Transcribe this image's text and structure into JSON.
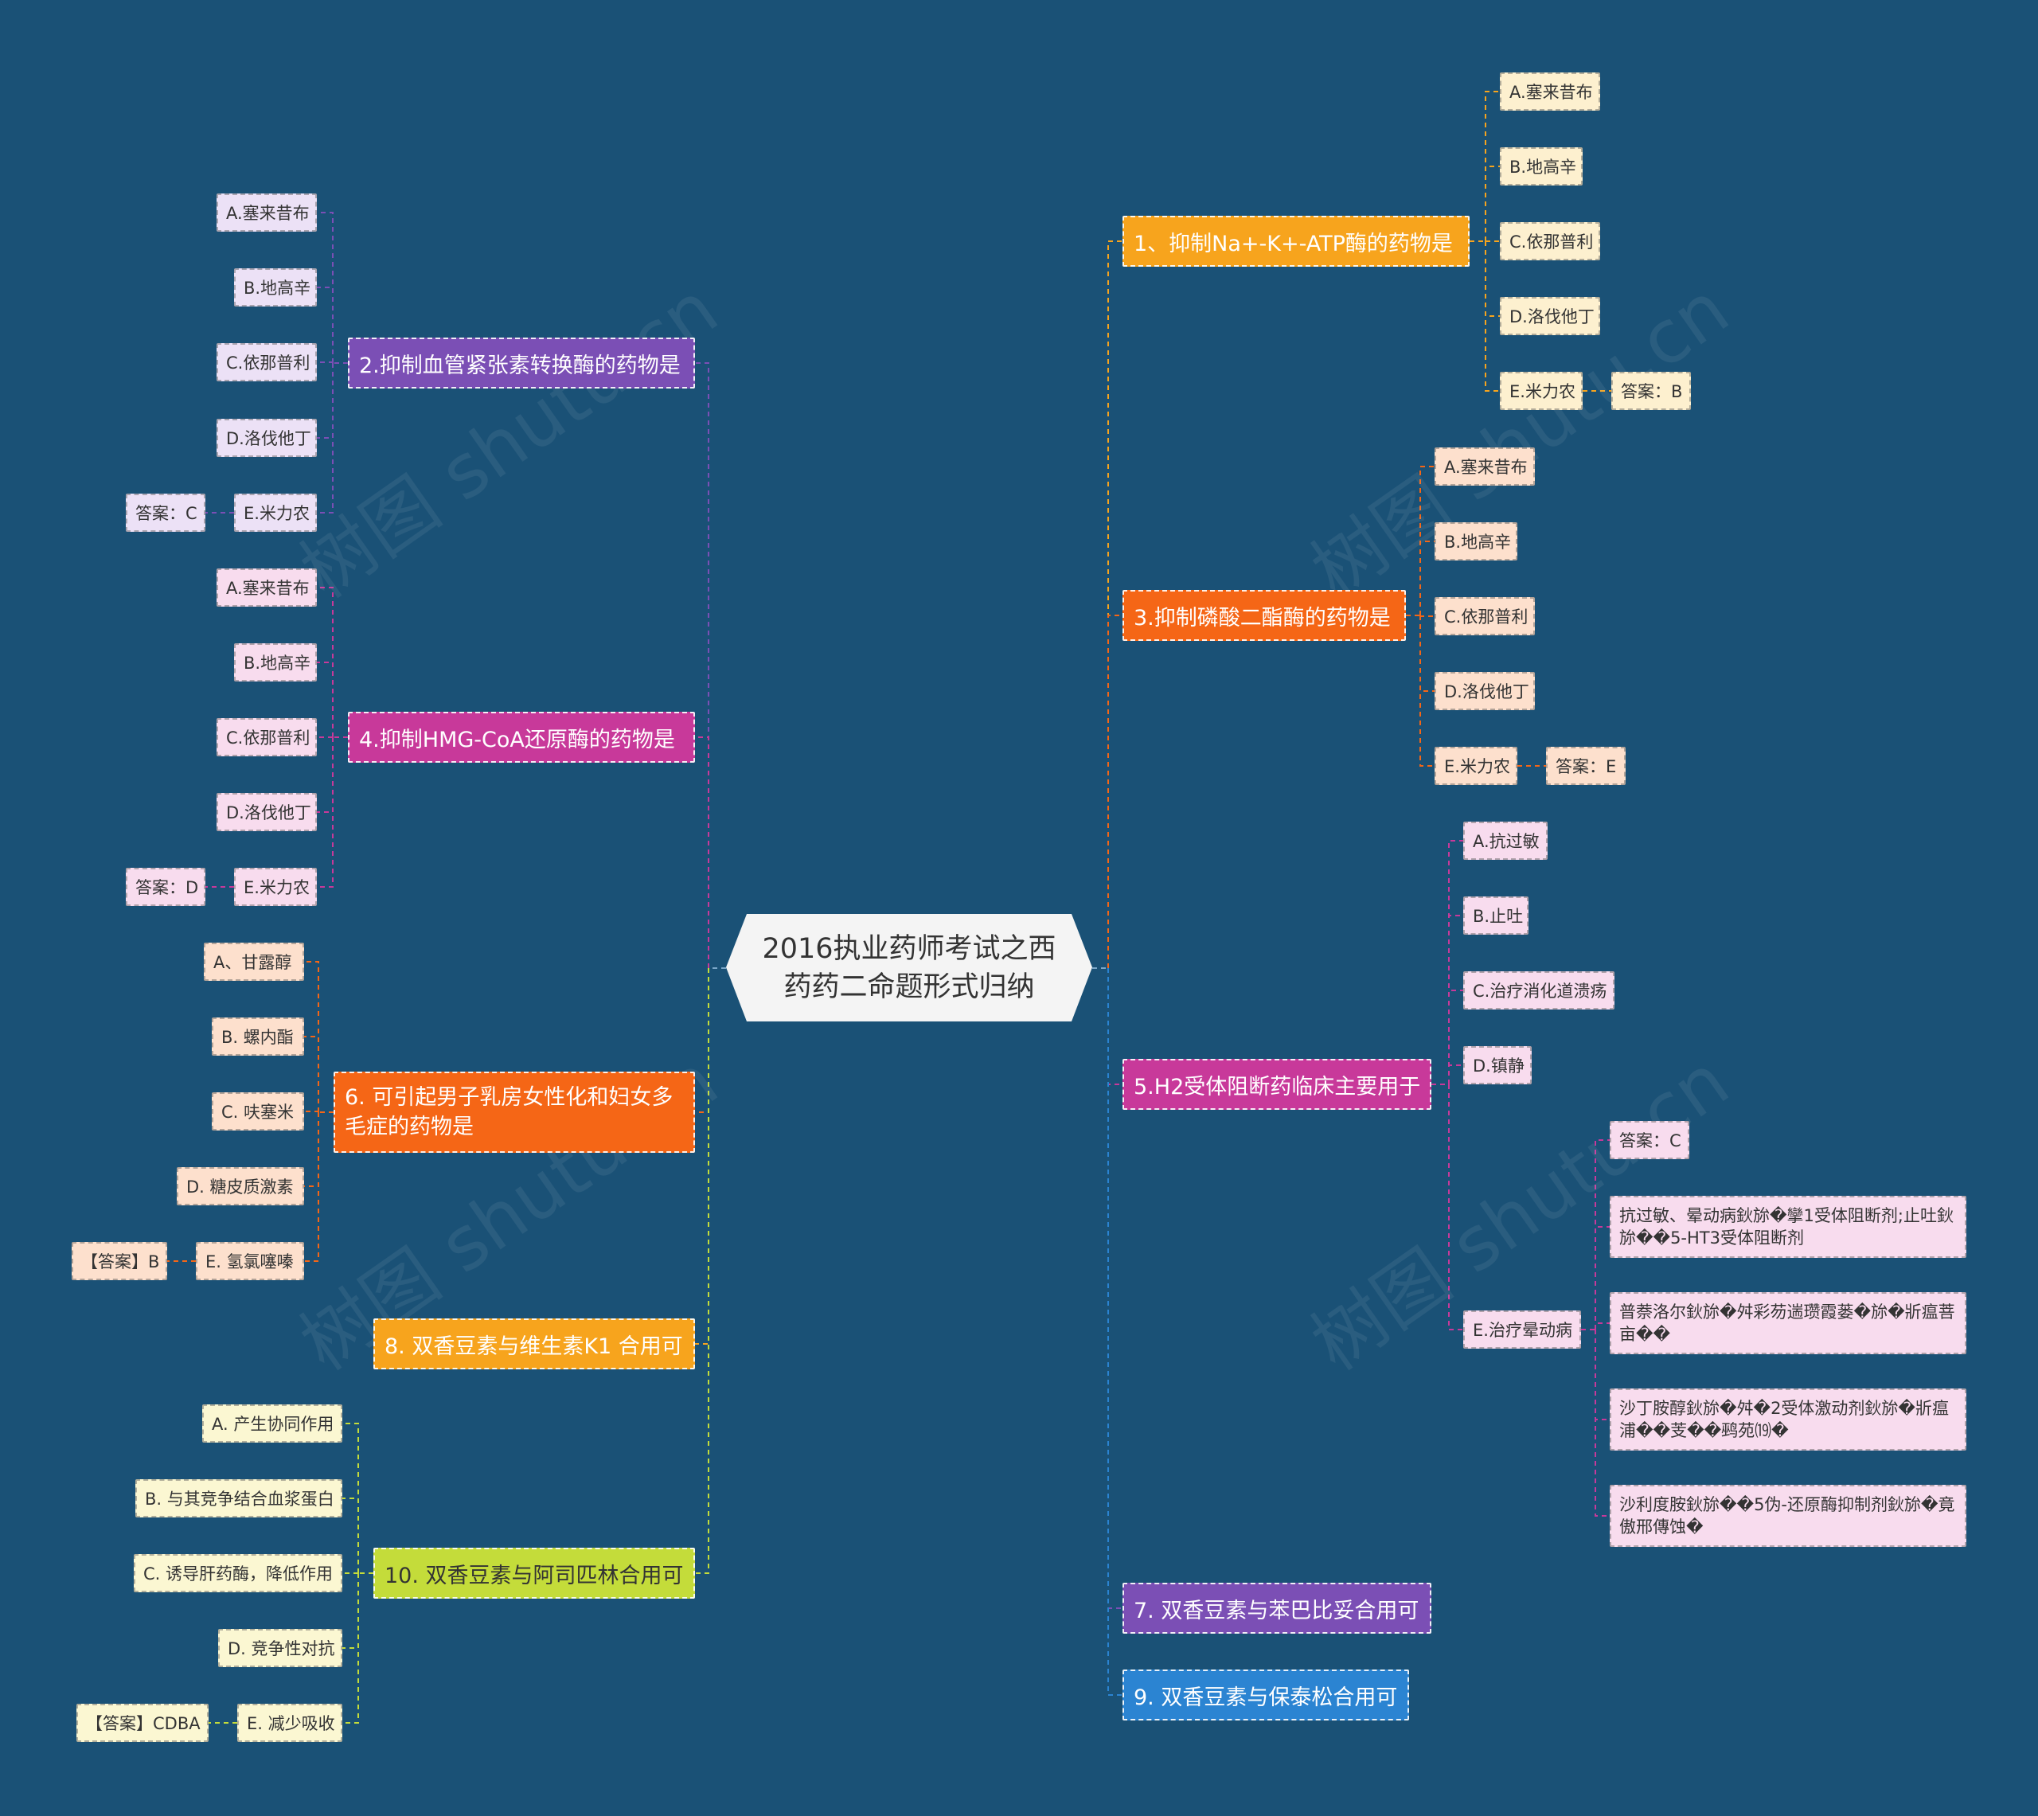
{
  "root": {
    "title": "2016执业药师考试之西药药二命题形式归纳"
  },
  "watermark": {
    "text": "树图 shutu.cn"
  },
  "colors": {
    "background": "#1a5176",
    "q1": "#f7a41d",
    "q2": "#7b4fb5",
    "q3": "#f56616",
    "q4": "#c8399a",
    "q5": "#c8399a",
    "q6": "#f56616",
    "q7": "#7b4fb5",
    "q8": "#f7a41d",
    "q9": "#2b84d2",
    "q10": "#c4dc3a"
  },
  "branches": {
    "q1": {
      "title": "1、抑制Na+-K+-ATP酶的药物是",
      "options": [
        "A.塞来昔布",
        "B.地高辛",
        "C.依那普利",
        "D.洛伐他丁",
        "E.米力农"
      ],
      "answer": "答案：B"
    },
    "q2": {
      "title": "2.抑制血管紧张素转换酶的药物是",
      "options": [
        "A.塞来昔布",
        "B.地高辛",
        "C.依那普利",
        "D.洛伐他丁",
        "E.米力农"
      ],
      "answer": "答案：C"
    },
    "q3": {
      "title": "3.抑制磷酸二酯酶的药物是",
      "options": [
        "A.塞来昔布",
        "B.地高辛",
        "C.依那普利",
        "D.洛伐他丁",
        "E.米力农"
      ],
      "answer": "答案：E"
    },
    "q4": {
      "title": "4.抑制HMG-CoA还原酶的药物是",
      "options": [
        "A.塞来昔布",
        "B.地高辛",
        "C.依那普利",
        "D.洛伐他丁",
        "E.米力农"
      ],
      "answer": "答案：D"
    },
    "q5": {
      "title": "5.H2受体阻断药临床主要用于",
      "options": [
        "A.抗过敏",
        "B.止吐",
        "C.治疗消化道溃疡",
        "D.镇静",
        "E.治疗晕动病"
      ],
      "answer": "答案：C",
      "notes": [
        "抗过敏、晕动病鈥旀�攣1受体阻断剂;止吐鈥旀��5-HT3受体阻断剂",
        "普萘洛尔鈥旀�舛彩芴遄瓒霞蒌�旀�斨瘟菩亩��",
        "沙丁胺醇鈥旀�舛�2受体激动剂鈥旀�斨瘟浦��芰��鹀苑⒆�",
        "沙利度胺鈥旀��5伪-还原酶抑制剂鈥旀�竟傲邢傳蚀�"
      ]
    },
    "q6": {
      "title": "6. 可引起男子乳房女性化和妇女多毛症的药物是",
      "options": [
        "A、甘露醇",
        "B. 螺内酯",
        "C. 呋塞米",
        "D. 糖皮质激素",
        "E. 氢氯噻嗪"
      ],
      "answer": "【答案】B"
    },
    "q7": {
      "title": "7. 双香豆素与苯巴比妥合用可"
    },
    "q8": {
      "title": "8. 双香豆素与维生素K1 合用可"
    },
    "q9": {
      "title": "9. 双香豆素与保泰松合用可"
    },
    "q10": {
      "title": "10. 双香豆素与阿司匹林合用可",
      "options": [
        "A. 产生协同作用",
        "B. 与其竞争结合血浆蛋白",
        "C. 诱导肝药酶，降低作用",
        "D. 竞争性对抗",
        "E. 减少吸收"
      ],
      "answer": "【答案】CDBA"
    }
  }
}
